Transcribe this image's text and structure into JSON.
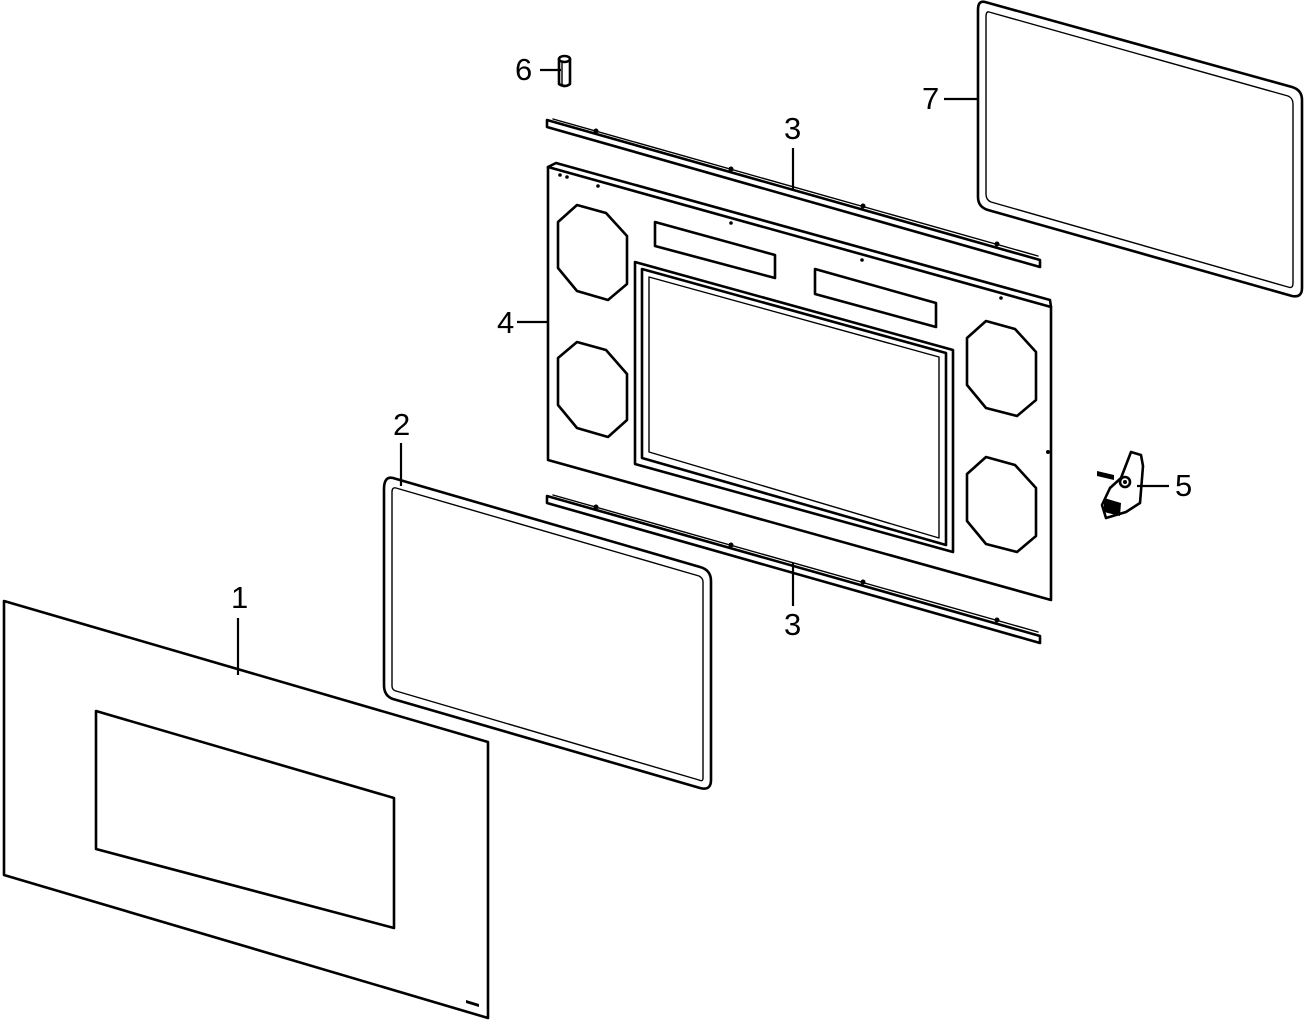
{
  "callouts": {
    "part1": "1",
    "part2": "2",
    "part3_top": "3",
    "part3_bottom": "3",
    "part4": "4",
    "part5": "5",
    "part6": "6",
    "part7": "7"
  }
}
